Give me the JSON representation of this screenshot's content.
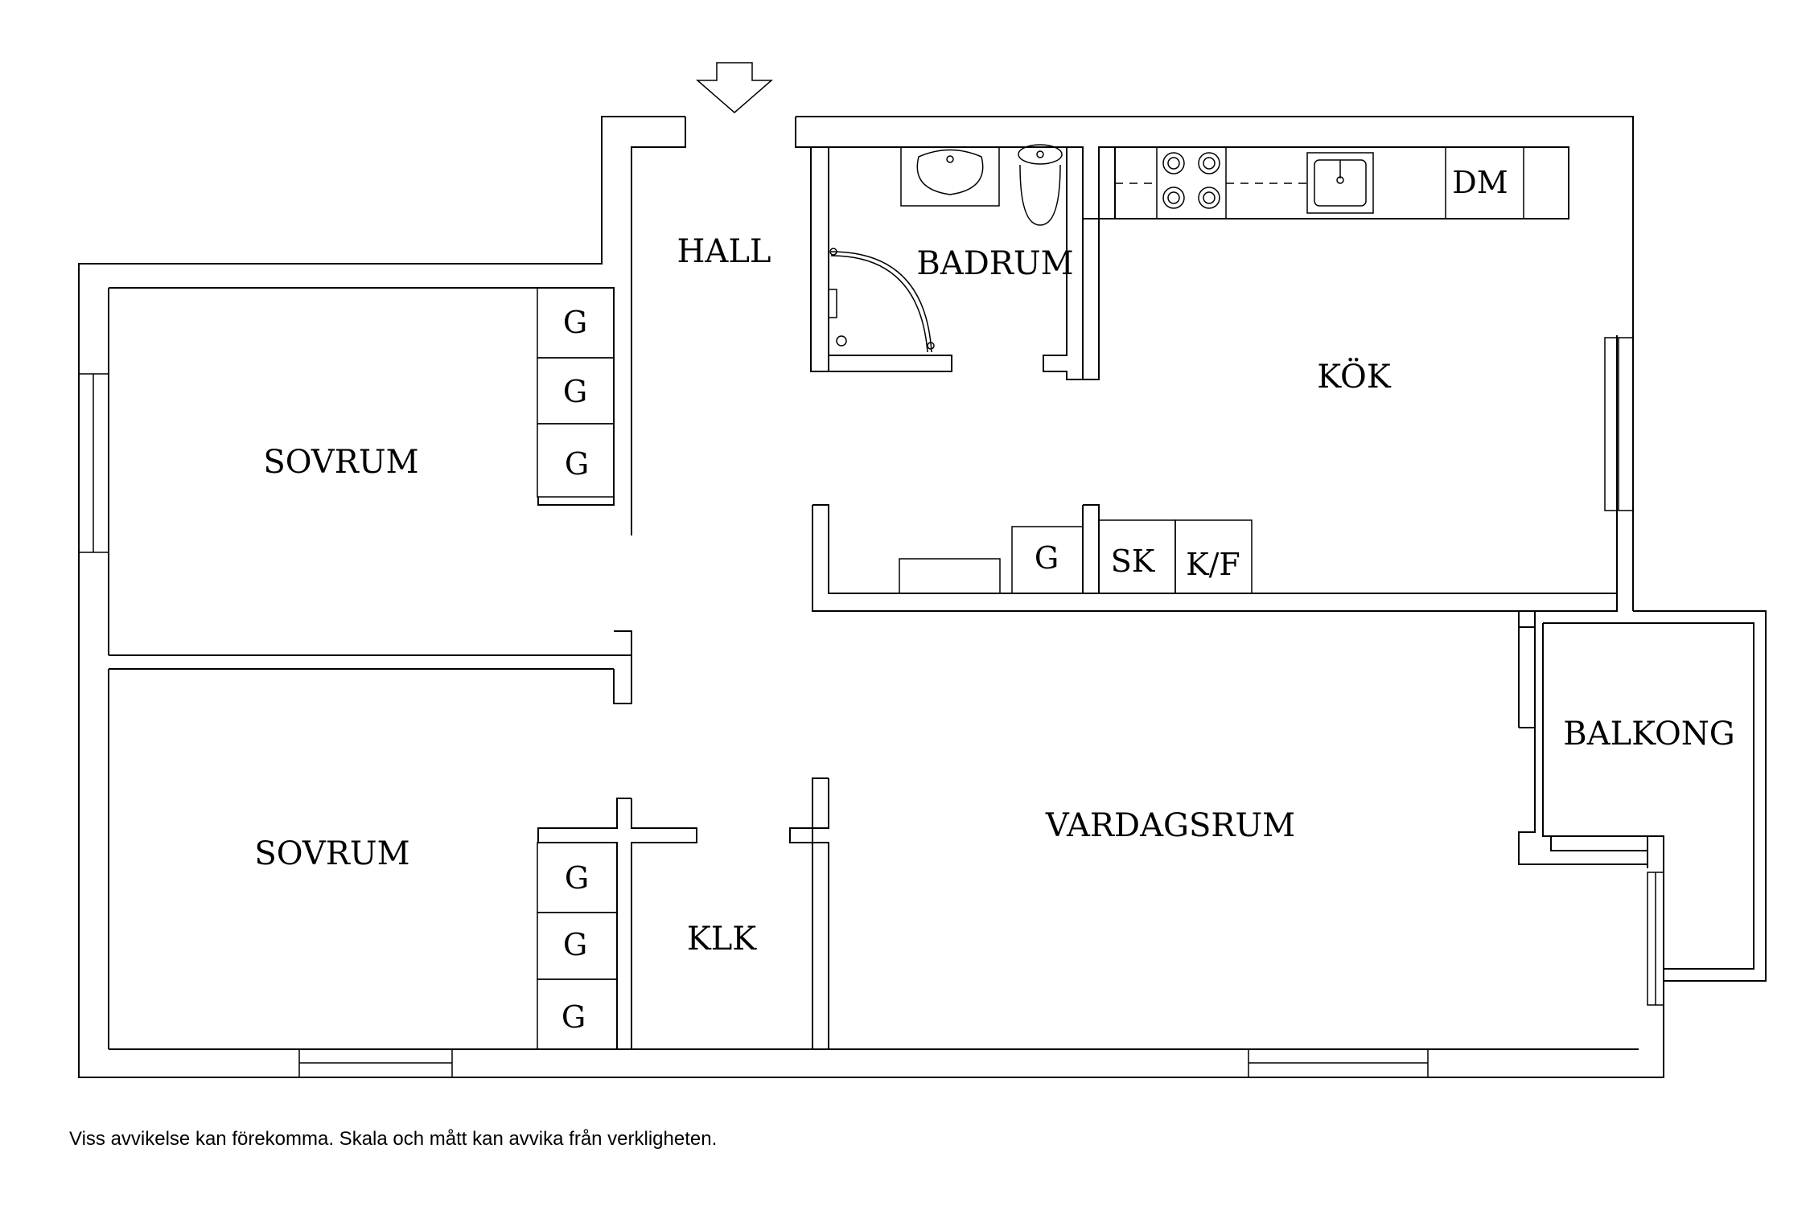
{
  "rooms": {
    "hall": "HALL",
    "badrum": "BADRUM",
    "kok": "KÖK",
    "sovrum_top": "SOVRUM",
    "sovrum_bottom": "SOVRUM",
    "klk": "KLK",
    "vardagsrum": "VARDAGSRUM",
    "balkong": "BALKONG"
  },
  "fixtures": {
    "dm": "DM",
    "sk": "SK",
    "kf": "K/F",
    "g": "G"
  },
  "footer": {
    "disclaimer": "Viss avvikelse kan förekomma. Skala och mått kan avvika från verkligheten."
  },
  "icons": [
    "entrance-arrow-icon",
    "sink-icon",
    "toilet-icon",
    "shower-icon",
    "stove-icon",
    "kitchen-sink-icon"
  ]
}
